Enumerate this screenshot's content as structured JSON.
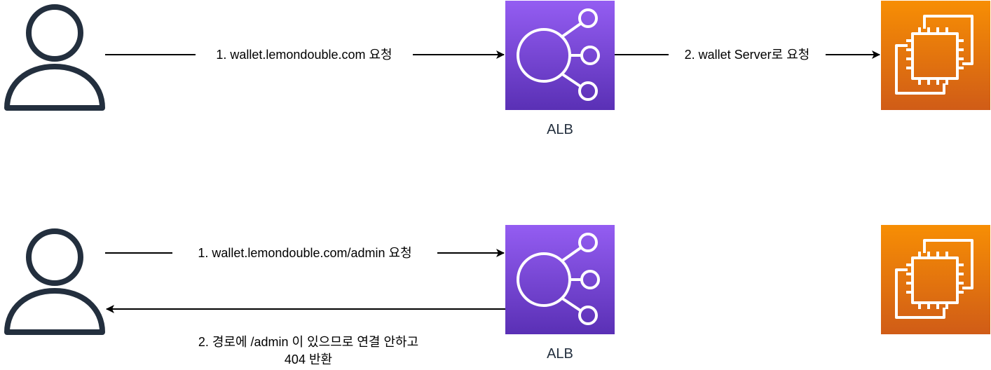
{
  "colors": {
    "user_stroke": "#232f3e",
    "alb_gradient_top": "#945df2",
    "alb_gradient_bottom": "#5a30b5",
    "ec2_gradient_top": "#f78e04",
    "ec2_gradient_bottom": "#d05c17",
    "icon_stroke": "#ffffff",
    "arrow": "#000000"
  },
  "top_flow": {
    "user_icon": "user-icon",
    "alb_icon": "elastic-load-balancer-icon",
    "ec2_icon": "ec2-instance-icon",
    "alb_label": "ALB",
    "edge1_label": "1. wallet.lemondouble.com 요청",
    "edge2_label": "2. wallet Server로 요청"
  },
  "bottom_flow": {
    "user_icon": "user-icon",
    "alb_icon": "elastic-load-balancer-icon",
    "ec2_icon": "ec2-instance-icon",
    "alb_label": "ALB",
    "edge1_label": "1. wallet.lemondouble.com/admin 요청",
    "response_label_line1": "2. 경로에 /admin 이 있으므로  연결 안하고",
    "response_label_line2": "404 반환"
  }
}
